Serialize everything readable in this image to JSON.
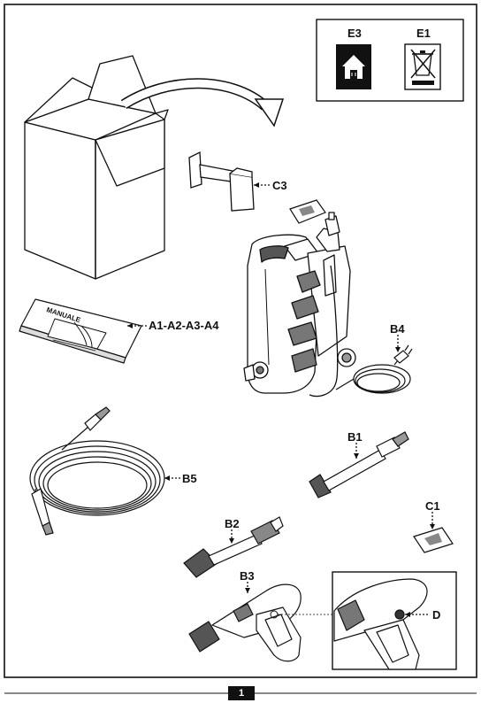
{
  "labels": {
    "e3": "E3",
    "e1": "E1",
    "c3": "C3",
    "a": "A1-A2-A3-A4",
    "b4": "B4",
    "b1": "B1",
    "b5": "B5",
    "b2": "B2",
    "c1": "C1",
    "b3": "B3",
    "d": "D"
  },
  "manual_cover_text": "MANUALE",
  "page_number": "1",
  "icons": {
    "e3": "house-plug-icon",
    "e1": "crossed-out-bin-icon"
  }
}
